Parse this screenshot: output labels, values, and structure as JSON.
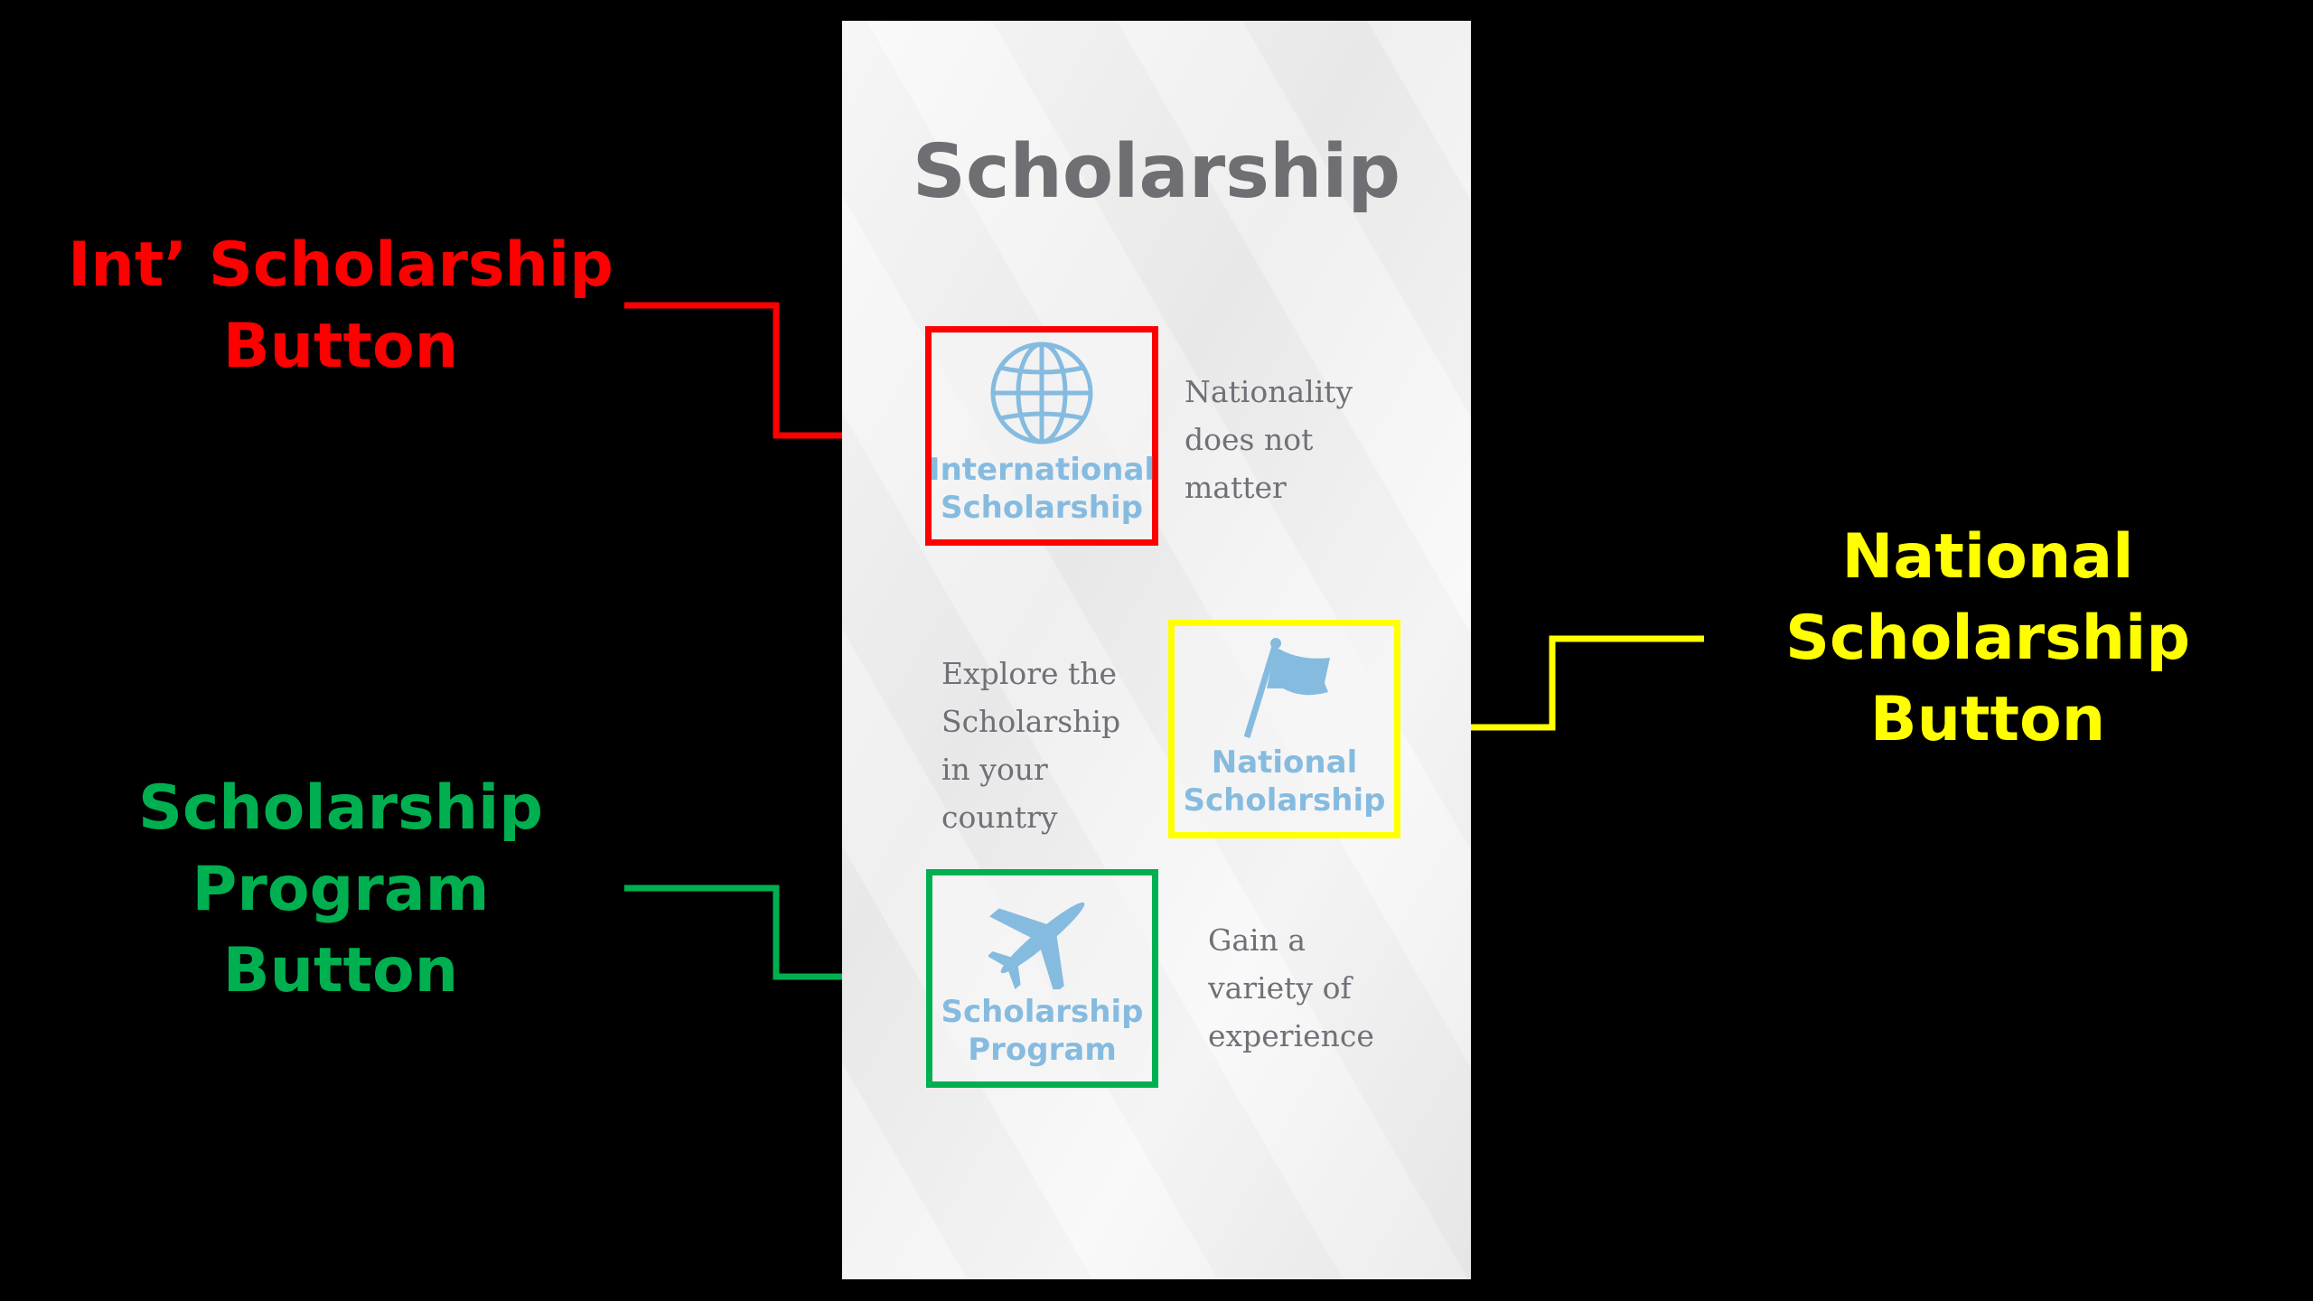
{
  "app": {
    "title": "Scholarship"
  },
  "buttons": {
    "international": {
      "line1": "International",
      "line2": "Scholarship",
      "icon": "globe-icon",
      "description": [
        "Nationality",
        "does not",
        "matter"
      ]
    },
    "national": {
      "line1": "National",
      "line2": "Scholarship",
      "icon": "flag-icon",
      "description": [
        "Explore the",
        "Scholarship",
        "in your",
        "country"
      ]
    },
    "program": {
      "line1": "Scholarship",
      "line2": "Program",
      "icon": "airplane-icon",
      "description": [
        "Gain a",
        "variety of",
        "experience"
      ]
    }
  },
  "annotations": {
    "international": {
      "lines": [
        "Int’ Scholarship",
        "Button"
      ],
      "color": "#ff0000"
    },
    "national": {
      "lines": [
        "National",
        "Scholarship",
        "Button"
      ],
      "color": "#ffff00"
    },
    "program": {
      "lines": [
        "Scholarship",
        "Program",
        "Button"
      ],
      "color": "#00b050"
    }
  },
  "colors": {
    "icon": "#86bbe0",
    "title": "#6f6f73"
  }
}
